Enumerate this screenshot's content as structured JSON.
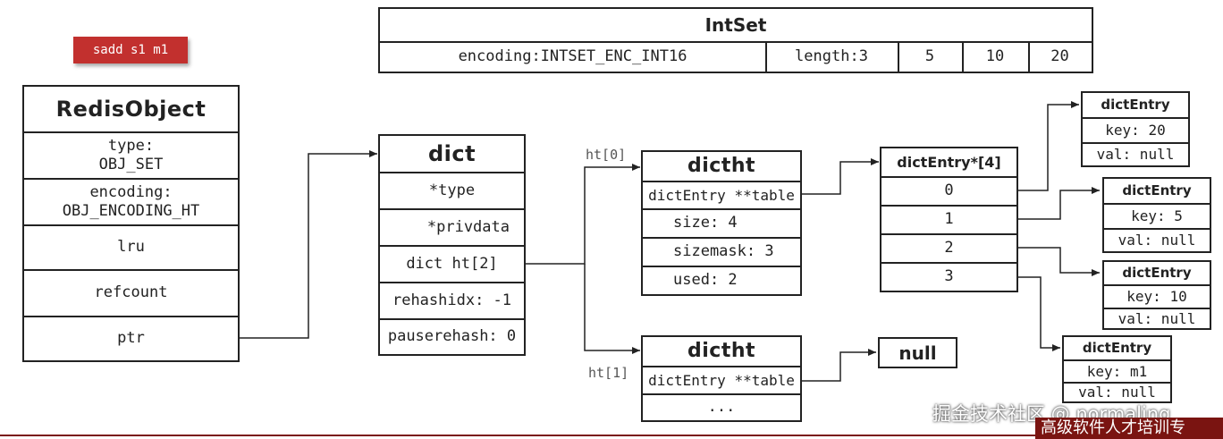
{
  "command": "sadd s1 m1",
  "intset": {
    "title": "IntSet",
    "encoding": "encoding:INTSET_ENC_INT16",
    "length": "length:3",
    "values": [
      "5",
      "10",
      "20"
    ]
  },
  "redis_object": {
    "title": "RedisObject",
    "type_label": "type:",
    "type_value": "OBJ_SET",
    "encoding_label": "encoding:",
    "encoding_value": "OBJ_ENCODING_HT",
    "lru": "lru",
    "refcount": "refcount",
    "ptr": "ptr"
  },
  "dict": {
    "title": "dict",
    "fields": [
      "*type",
      "*privdata",
      "dict ht[2]",
      "rehashidx: -1",
      "pauserehash: 0"
    ]
  },
  "ht0": {
    "label": "ht[0]",
    "title": "dictht",
    "fields": [
      "dictEntry **table",
      "size: 4",
      "sizemask: 3",
      "used: 2"
    ]
  },
  "ht1": {
    "label": "ht[1]",
    "title": "dictht",
    "fields": [
      "dictEntry **table",
      "..."
    ]
  },
  "null_box": "null",
  "table": {
    "title": "dictEntry*[4]",
    "slots": [
      "0",
      "1",
      "2",
      "3"
    ]
  },
  "entries": [
    {
      "title": "dictEntry",
      "key": "key: 20",
      "val": "val: null"
    },
    {
      "title": "dictEntry",
      "key": "key: 5",
      "val": "val: null"
    },
    {
      "title": "dictEntry",
      "key": "key: 10",
      "val": "val: null"
    },
    {
      "title": "dictEntry",
      "key": "key: m1",
      "val": "val: null"
    }
  ],
  "watermark": {
    "site": "掘金技术社区 @ normaling",
    "banner": "高级软件人才培训专"
  }
}
